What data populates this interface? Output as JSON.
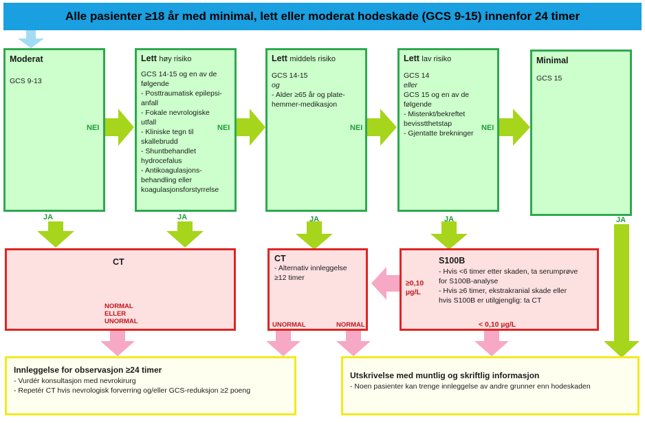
{
  "header": {
    "title": "Alle pasienter ≥18 år med minimal, lett eller moderat hodeskade (GCS 9-15) innenfor 24 timer"
  },
  "moderat": {
    "title": "Moderat",
    "lines": [
      "GCS 9-13"
    ]
  },
  "lett_hoy": {
    "title": "Lett",
    "subtitle": "høy risiko",
    "lines": [
      "GCS 14-15 og en av de",
      "følgende",
      "- Posttraumatisk epilepsi-",
      "anfall",
      "- Fokale nevrologiske",
      "utfall",
      "- Kliniske tegn til",
      "skallebrudd",
      "- Shuntbehandlet",
      "hydrocefalus",
      "- Antikoagulasjons-",
      "behandling eller",
      "koagulasjonsforstyrrelse"
    ]
  },
  "lett_middels": {
    "title": "Lett",
    "subtitle": "middels risiko",
    "lines": [
      "GCS 14-15",
      "og",
      "- Alder ≥65 år og plate-",
      "hemmer-medikasjon"
    ]
  },
  "lett_lav": {
    "title": "Lett",
    "subtitle": "lav risiko",
    "lines": [
      "GCS 14",
      "eller",
      "GCS 15 og en av de",
      "følgende",
      "- Mistenkt/bekreftet",
      "bevisstthetstap",
      "- Gjentatte brekninger"
    ]
  },
  "minimal": {
    "title": "Minimal",
    "lines": [
      "GCS 15"
    ]
  },
  "labels": {
    "nei": "NEI",
    "ja": "JA"
  },
  "ct_left": {
    "title": "CT",
    "result_lines": [
      "NORMAL",
      "ELLER",
      "UNORMAL"
    ]
  },
  "ct_mid": {
    "title": "CT",
    "lines": [
      "- Alternativ innleggelse",
      "≥12 timer"
    ],
    "unormal": "UNORMAL",
    "normal": "NORMAL"
  },
  "s100b": {
    "title": "S100B",
    "lines": [
      "- Hvis <6 timer etter skaden, ta serumprøve",
      "for S100B-analyse",
      "- Hvis ≥6 timer, ekstrakranial skade eller",
      "hvis S100B er utilgjenglig: ta CT"
    ],
    "high_lines": [
      "≥0,10",
      "µg/L"
    ],
    "low": "< 0,10 µg/L"
  },
  "innleggelse": {
    "title": "Innleggelse for observasjon ≥24 timer",
    "lines": [
      "- Vurdér konsultasjon med nevrokirurg",
      "- Repetér CT hvis nevrologisk forverring og/eller GCS-reduksjon ≥2 poeng"
    ]
  },
  "utskrivelse": {
    "title": "Utskrivelse med muntlig og skriftlig informasjon",
    "lines": [
      "- Noen pasienter kan trenge innleggelse av andre grunner enn hodeskaden"
    ]
  },
  "colors": {
    "header": "#1a9fe0",
    "green_border": "#2fa84f",
    "green_fill": "#ccffcc",
    "green_arrow": "#a6d51b",
    "red_border": "#e02424",
    "red_fill": "#fde0e0",
    "pink_arrow": "#f6a8c4",
    "yellow_border": "#f2ea1d",
    "blue_arrow": "#a3dcf2"
  }
}
